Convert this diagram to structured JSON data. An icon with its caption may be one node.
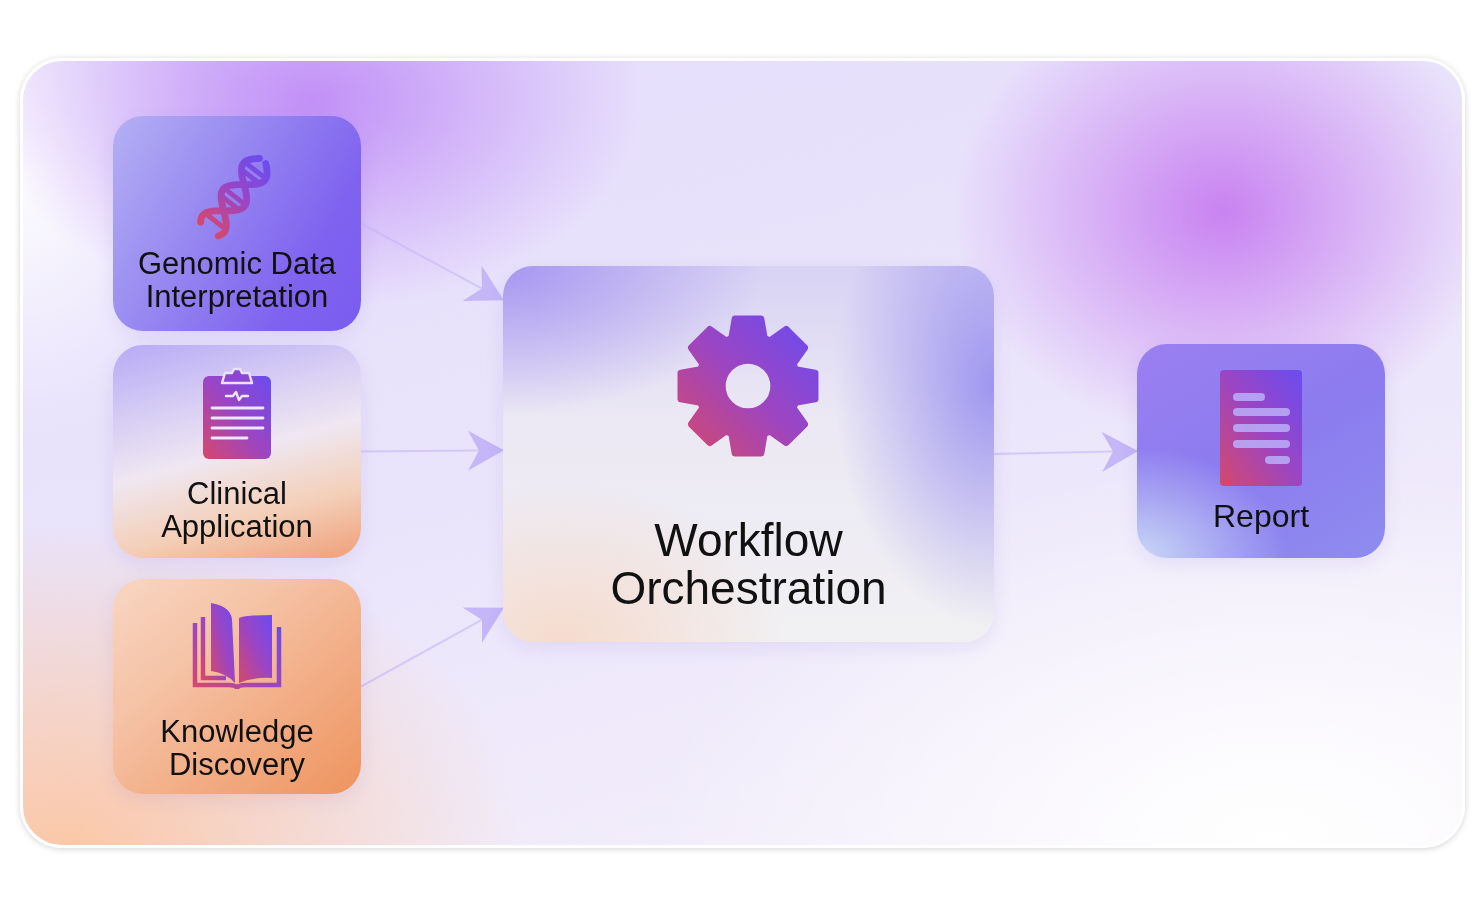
{
  "diagram": {
    "nodes": [
      {
        "text": [
          "Genomic Data Interpretation"
        ]
      },
      {
        "text": [
          "Clinical Application"
        ]
      },
      {
        "text": [
          "Knowledge Discovery"
        ]
      },
      {
        "text": [
          "Workflow Orchestration"
        ]
      },
      {
        "text": [
          "Report"
        ]
      }
    ],
    "edges": [
      {
        "from": 0,
        "to": 3,
        "arrow": "to"
      },
      {
        "from": 1,
        "to": 3,
        "arrow": "to"
      },
      {
        "from": 2,
        "to": 3,
        "arrow": "to"
      },
      {
        "from": 3,
        "to": 4,
        "arrow": "to"
      }
    ]
  }
}
